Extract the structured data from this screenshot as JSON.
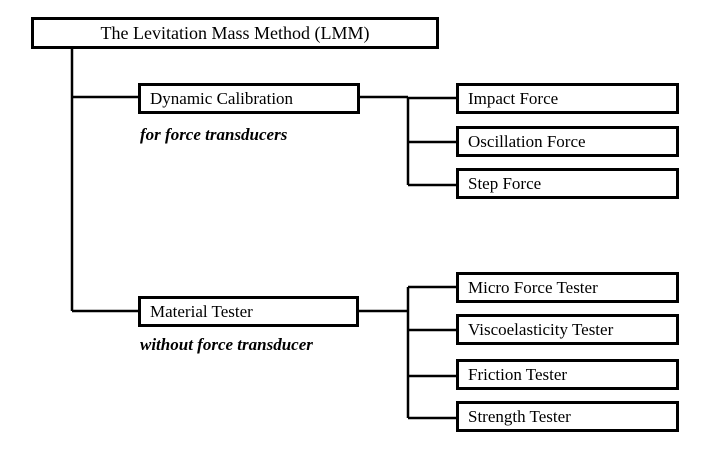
{
  "root": {
    "label": "The Levitation Mass Method (LMM)"
  },
  "branches": [
    {
      "label": "Dynamic Calibration",
      "caption": "for force transducers",
      "leaves": [
        "Impact Force",
        "Oscillation Force",
        "Step Force"
      ]
    },
    {
      "label": "Material Tester",
      "caption": "without force transducer",
      "leaves": [
        "Micro Force Tester",
        "Viscoelasticity Tester",
        "Friction Tester",
        "Strength Tester"
      ]
    }
  ],
  "colors": {
    "line": "#000000",
    "box_fill": "#ffffff",
    "text": "#000000"
  }
}
